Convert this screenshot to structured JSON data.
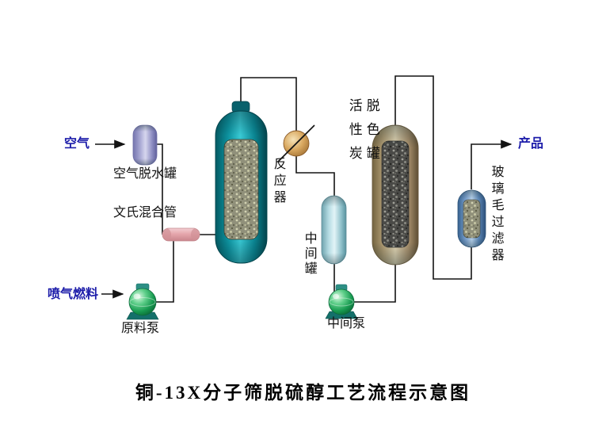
{
  "title": "铜-13X分子筛脱硫醇工艺流程示意图",
  "streams": {
    "air": "空气",
    "jet_fuel": "喷气燃料",
    "product": "产品"
  },
  "equipment": {
    "air_dehydrator": "空气脱水罐",
    "venturi_mixer": "文氏混合管",
    "reactor": "反应器",
    "intermediate_tank": "中间罐",
    "intermediate_pump": "中间泵",
    "feed_pump": "原料泵",
    "carbon_decolor_tank": {
      "line1": "活性炭",
      "line2": "脱色罐"
    },
    "glass_wool_filter": "玻璃毛过滤器"
  },
  "colors": {
    "stream_text": "#1d1daa",
    "label_text": "#111111",
    "pipe": "#141414",
    "reactor_teal": "#0d8f9c",
    "carbon_tan": "#c3ad85",
    "filter_blue": "#6f97c4",
    "intermediate_cyan": "#aed7de",
    "dehydrator_purple": "#9e9ed0",
    "venturi_pink": "#e8a8ac",
    "pump_green": "#2aa65a",
    "valve_copper": "#c08b4f",
    "background": "#ffffff"
  }
}
